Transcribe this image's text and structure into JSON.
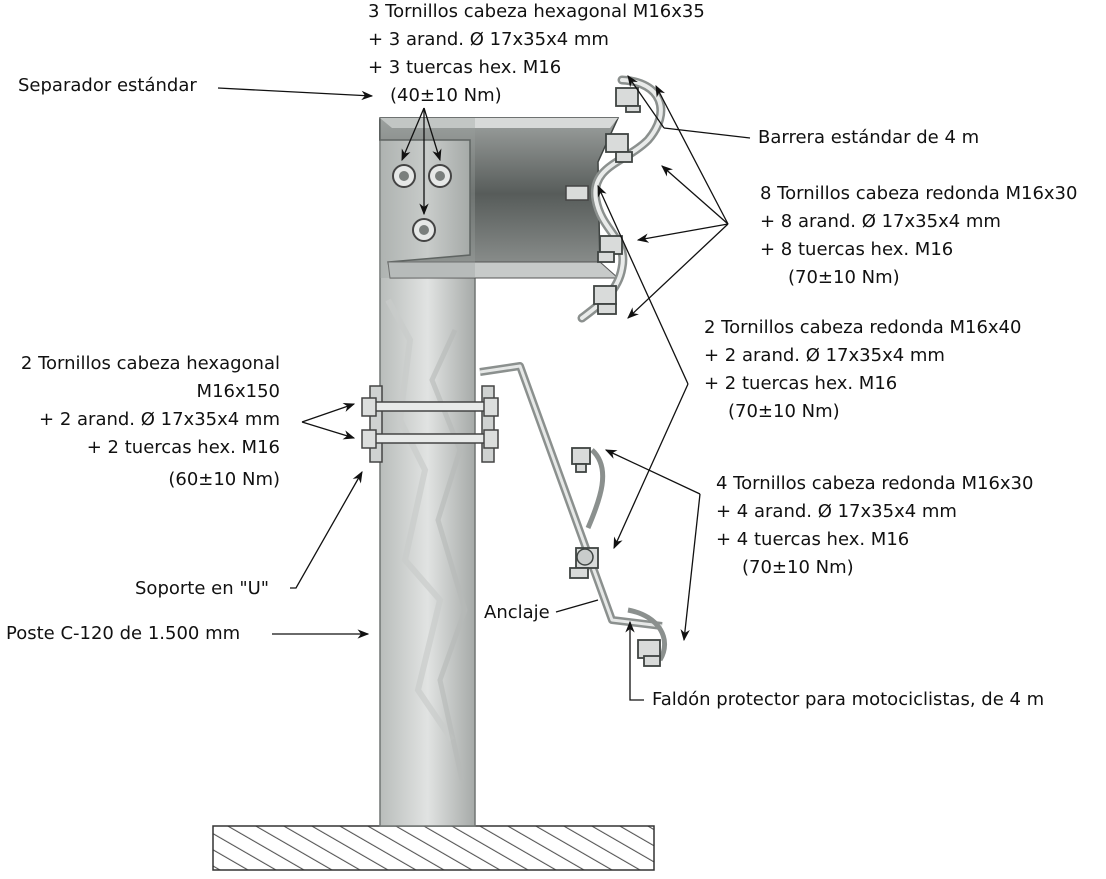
{
  "labels": {
    "top_bolts": {
      "line1": "3 Tornillos cabeza hexagonal M16x35",
      "line2": "+ 3 arand. Ø 17x35x4 mm",
      "line3": "+ 3 tuercas hex. M16",
      "line4": "(40±10 Nm)"
    },
    "spacer": "Separador estándar",
    "barrier": "Barrera estándar de 4 m",
    "barrier_bolts": {
      "line1": "8 Tornillos cabeza redonda M16x30",
      "line2": "+ 8 arand. Ø 17x35x4 mm",
      "line3": "+ 8 tuercas hex. M16",
      "line4": "(70±10 Nm)"
    },
    "anchor_bolts": {
      "line1": "2 Tornillos cabeza redonda M16x40",
      "line2": "+ 2 arand. Ø 17x35x4 mm",
      "line3": "+ 2 tuercas hex. M16",
      "line4": "(70±10 Nm)"
    },
    "post_bolts": {
      "line1": "2 Tornillos cabeza hexagonal",
      "line2": "M16x150",
      "line3": "+ 2 arand. Ø 17x35x4 mm",
      "line4": "+ 2 tuercas hex. M16",
      "line5": "(60±10 Nm)"
    },
    "skirt_bolts": {
      "line1": "4 Tornillos cabeza redonda M16x30",
      "line2": "+ 4 arand. Ø 17x35x4 mm",
      "line3": "+ 4 tuercas hex. M16",
      "line4": "(70±10 Nm)"
    },
    "u_support": "Soporte en \"U\"",
    "anchor": "Anclaje",
    "post": "Poste C-120 de 1.500 mm",
    "skirt": "Faldón protector para motociclistas, de 4 m"
  },
  "colors": {
    "steel_light": "#d6d8d7",
    "steel_mid": "#a9adab",
    "steel_dark": "#4f5452",
    "ink": "#111111",
    "hatch": "#555555"
  }
}
